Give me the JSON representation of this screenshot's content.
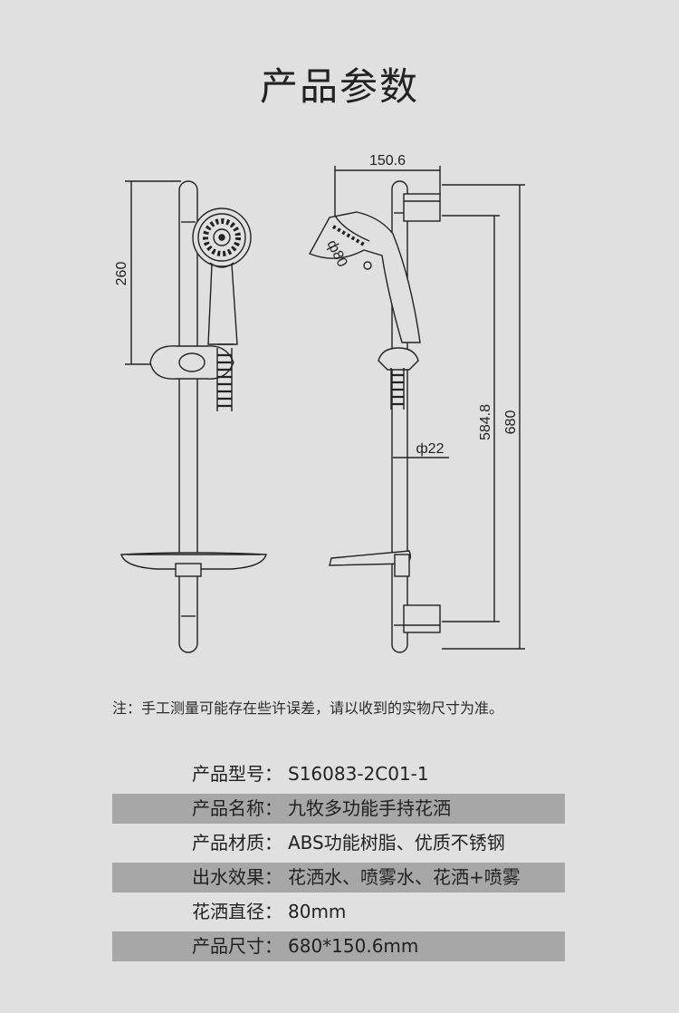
{
  "page": {
    "title": "产品参数"
  },
  "diagram": {
    "front_height_label": "260",
    "width_label": "150.6",
    "head_diameter_label": "ф80",
    "pole_diameter_label": "ф22",
    "rail_length_label": "584.8",
    "total_length_label": "680"
  },
  "note": "注：手工测量可能存在些许误差，请以收到的实物尺寸为准。",
  "specs": [
    {
      "label": "产品型号：",
      "value": "S16083-2C01-1"
    },
    {
      "label": "产品名称：",
      "value": "九牧多功能手持花洒"
    },
    {
      "label": "产品材质：",
      "value": "ABS功能树脂、优质不锈钢"
    },
    {
      "label": "出水效果：",
      "value": "花洒水、喷雾水、花洒+喷雾"
    },
    {
      "label": "花洒直径：",
      "value": "80mm"
    },
    {
      "label": "产品尺寸：",
      "value": "680*150.6mm"
    }
  ],
  "colors": {
    "background": "#e0e0e0",
    "row_shade": "#a7a7a7",
    "line": "#222222"
  }
}
